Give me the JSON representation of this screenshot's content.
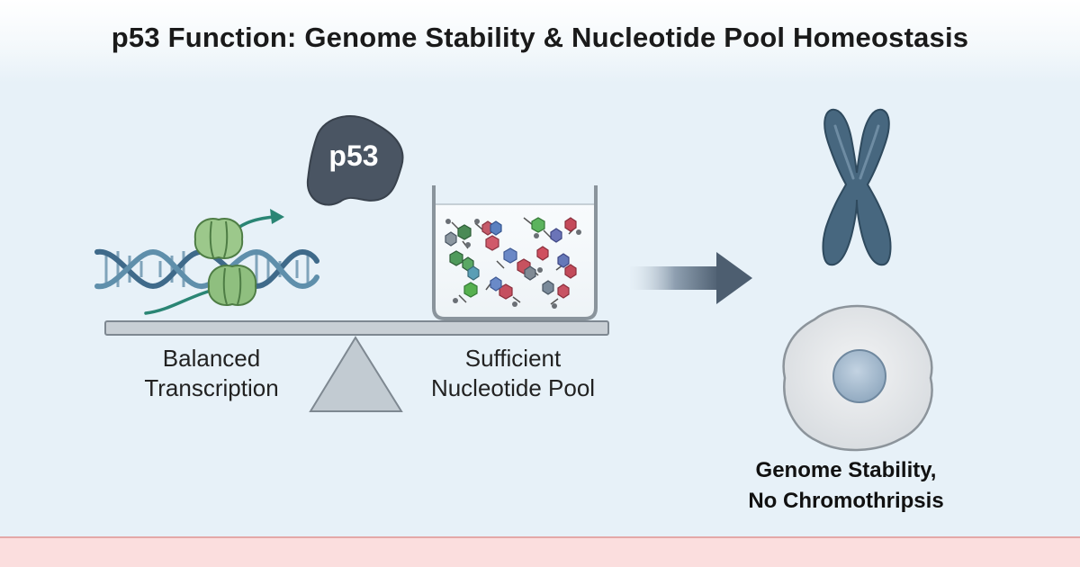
{
  "title": "p53 Function: Genome Stability & Nucleotide Pool Homeostasis",
  "p53_label": "p53",
  "balance": {
    "left_label_line1": "Balanced",
    "left_label_line2": "Transcription",
    "right_label_line1": "Sufficient",
    "right_label_line2": "Nucleotide Pool"
  },
  "outcome": {
    "line1": "Genome Stability,",
    "line2": "No Chromothripsis"
  },
  "colors": {
    "dna_dark": "#3f6a8a",
    "dna_light": "#6d9cb6",
    "polymerase_green": "#8fbf7f",
    "arrow_teal": "#2a8574",
    "p53_blob": "#4a5563",
    "beaker": "#8a949c",
    "chromosome": "#47677f",
    "cell": "#e6e8ea",
    "nucleus": "#a9bdd0",
    "footer": "#fbdede"
  },
  "icons": [
    "dna-helix-icon",
    "polymerase-icon",
    "p53-protein-icon",
    "beaker-icon",
    "nucleotide-icon",
    "chromosome-icon",
    "cell-icon",
    "right-arrow-icon"
  ]
}
